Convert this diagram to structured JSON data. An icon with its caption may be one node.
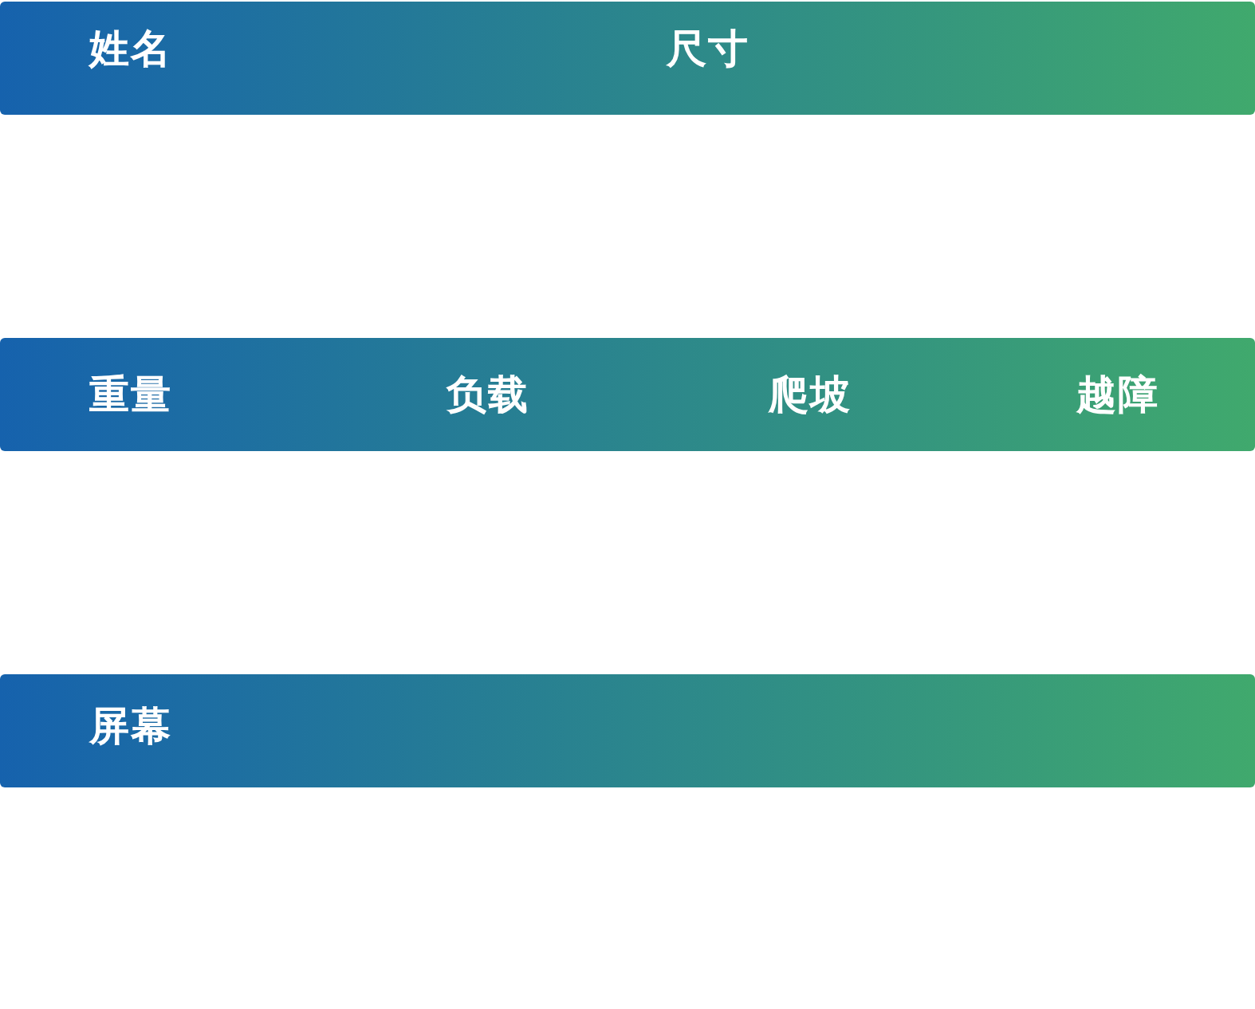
{
  "diagram": {
    "nodes": [
      {
        "text": [
          "姓名",
          "尺寸"
        ]
      },
      {
        "text": [
          "重量",
          "负载",
          "爬坡",
          "越障"
        ]
      },
      {
        "text": [
          "屏幕"
        ]
      }
    ]
  }
}
